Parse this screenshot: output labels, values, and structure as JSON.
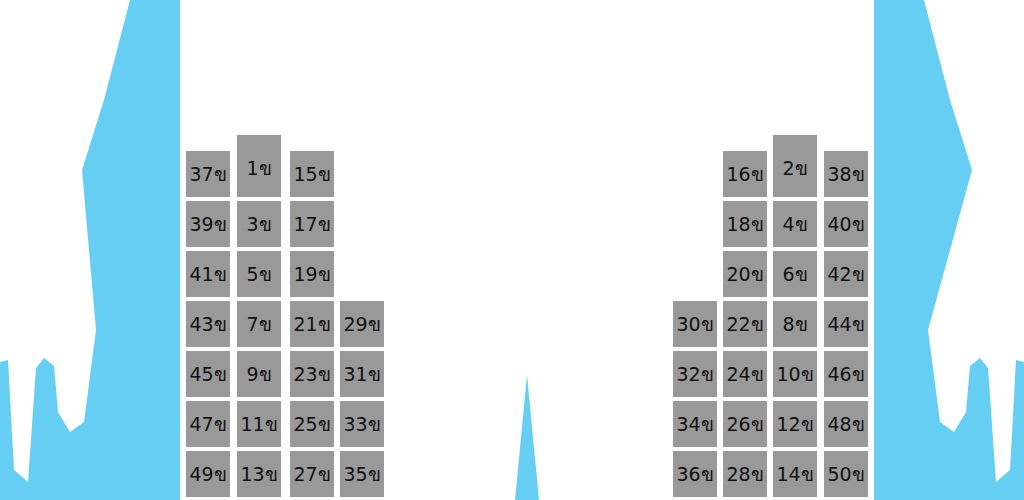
{
  "diagram": {
    "nodes": [
      {
        "text": [
          "37ข"
        ]
      },
      {
        "text": [
          "1ข"
        ]
      },
      {
        "text": [
          "15ข"
        ]
      },
      {
        "text": [
          "16ข"
        ]
      },
      {
        "text": [
          "2ข"
        ]
      },
      {
        "text": [
          "38ข"
        ]
      },
      {
        "text": [
          "39ข"
        ]
      },
      {
        "text": [
          "3ข"
        ]
      },
      {
        "text": [
          "17ข"
        ]
      },
      {
        "text": [
          "18ข"
        ]
      },
      {
        "text": [
          "4ข"
        ]
      },
      {
        "text": [
          "40ข"
        ]
      },
      {
        "text": [
          "41ข"
        ]
      },
      {
        "text": [
          "5ข"
        ]
      },
      {
        "text": [
          "19ข"
        ]
      },
      {
        "text": [
          "20ข"
        ]
      },
      {
        "text": [
          "6ข"
        ]
      },
      {
        "text": [
          "42ข"
        ]
      },
      {
        "text": [
          "43ข"
        ]
      },
      {
        "text": [
          "7ข"
        ]
      },
      {
        "text": [
          "21ข"
        ]
      },
      {
        "text": [
          "29ข"
        ]
      },
      {
        "text": [
          "30ข"
        ]
      },
      {
        "text": [
          "22ข"
        ]
      },
      {
        "text": [
          "8ข"
        ]
      },
      {
        "text": [
          "44ข"
        ]
      },
      {
        "text": [
          "45ข"
        ]
      },
      {
        "text": [
          "9ข"
        ]
      },
      {
        "text": [
          "23ข"
        ]
      },
      {
        "text": [
          "31ข"
        ]
      },
      {
        "text": [
          "32ข"
        ]
      },
      {
        "text": [
          "24ข"
        ]
      },
      {
        "text": [
          "10ข"
        ]
      },
      {
        "text": [
          "46ข"
        ]
      },
      {
        "text": [
          "47ข"
        ]
      },
      {
        "text": [
          "11ข"
        ]
      },
      {
        "text": [
          "25ข"
        ]
      },
      {
        "text": [
          "33ข"
        ]
      },
      {
        "text": [
          "34ข"
        ]
      },
      {
        "text": [
          "26ข"
        ]
      },
      {
        "text": [
          "12ข"
        ]
      },
      {
        "text": [
          "48ข"
        ]
      },
      {
        "text": [
          "49ข"
        ]
      },
      {
        "text": [
          "13ข"
        ]
      },
      {
        "text": [
          "27ข"
        ]
      },
      {
        "text": [
          "35ข"
        ]
      },
      {
        "text": [
          "36ข"
        ]
      },
      {
        "text": [
          "28ข"
        ]
      },
      {
        "text": [
          "14ข"
        ]
      },
      {
        "text": [
          "50ข"
        ]
      }
    ]
  }
}
